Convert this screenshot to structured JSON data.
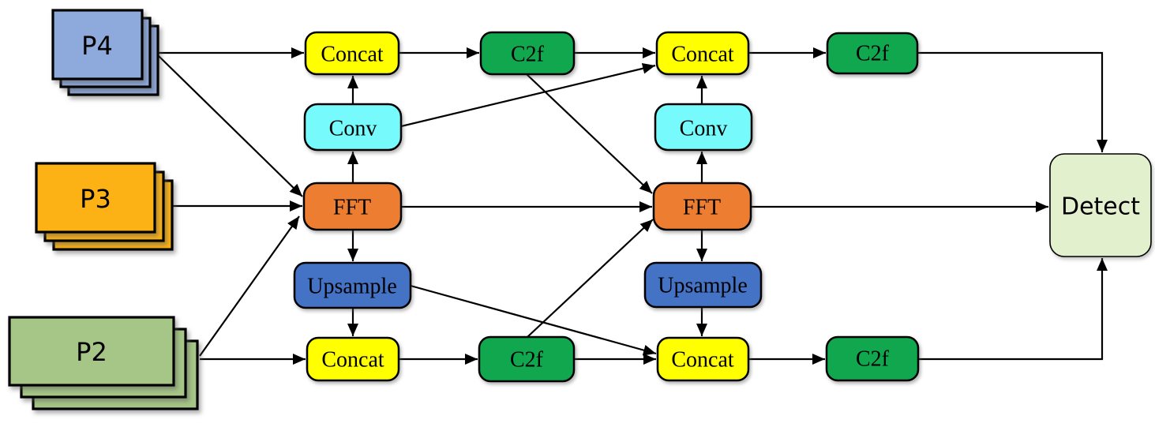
{
  "diagram": {
    "type": "flow-diagram",
    "description": "Feature-fusion neck architecture: P4/P3/P2 feature maps pass through FFT, Conv, Upsample, Concat and C2f blocks into a Detect head",
    "colors": {
      "p4": "#8EA9DB",
      "p3": "#FCB215",
      "p2": "#A5C687",
      "concat": "#FFFF00",
      "conv": "#76FAFC",
      "fft": "#ED7D31",
      "upsample": "#4472C4",
      "c2f": "#10A74F",
      "detect": "#E2F0CE",
      "border": "#000000",
      "edge": "#000000"
    },
    "nodes": {
      "p4": {
        "label": "P4"
      },
      "p3": {
        "label": "P3"
      },
      "p2": {
        "label": "P2"
      },
      "concat_t1": {
        "label": "Concat"
      },
      "conv1": {
        "label": "Conv"
      },
      "fft1": {
        "label": "FFT"
      },
      "upsample1": {
        "label": "Upsample"
      },
      "concat_b1": {
        "label": "Concat"
      },
      "c2f_t1": {
        "label": "C2f"
      },
      "c2f_b1": {
        "label": "C2f"
      },
      "concat_t2": {
        "label": "Concat"
      },
      "conv2": {
        "label": "Conv"
      },
      "fft2": {
        "label": "FFT"
      },
      "upsample2": {
        "label": "Upsample"
      },
      "concat_b2": {
        "label": "Concat"
      },
      "c2f_t2": {
        "label": "C2f"
      },
      "c2f_b2": {
        "label": "C2f"
      },
      "detect": {
        "label": "Detect"
      }
    },
    "edges": [
      {
        "from": "p4",
        "to": "concat_t1"
      },
      {
        "from": "p4",
        "to": "fft1"
      },
      {
        "from": "p3",
        "to": "fft1"
      },
      {
        "from": "p2",
        "to": "fft1"
      },
      {
        "from": "p2",
        "to": "concat_b1"
      },
      {
        "from": "fft1",
        "to": "conv1"
      },
      {
        "from": "conv1",
        "to": "concat_t1"
      },
      {
        "from": "fft1",
        "to": "upsample1"
      },
      {
        "from": "upsample1",
        "to": "concat_b1"
      },
      {
        "from": "concat_t1",
        "to": "c2f_t1"
      },
      {
        "from": "c2f_t1",
        "to": "concat_t2"
      },
      {
        "from": "conv1",
        "to": "concat_t2"
      },
      {
        "from": "c2f_t1",
        "to": "fft2"
      },
      {
        "from": "fft1",
        "to": "fft2"
      },
      {
        "from": "c2f_b1",
        "to": "fft2"
      },
      {
        "from": "upsample1",
        "to": "concat_b2"
      },
      {
        "from": "concat_b1",
        "to": "c2f_b1"
      },
      {
        "from": "c2f_b1",
        "to": "concat_b2"
      },
      {
        "from": "fft2",
        "to": "conv2"
      },
      {
        "from": "conv2",
        "to": "concat_t2"
      },
      {
        "from": "fft2",
        "to": "upsample2"
      },
      {
        "from": "upsample2",
        "to": "concat_b2"
      },
      {
        "from": "concat_t2",
        "to": "c2f_t2"
      },
      {
        "from": "c2f_t2",
        "to": "detect"
      },
      {
        "from": "fft2",
        "to": "detect"
      },
      {
        "from": "concat_b2",
        "to": "c2f_b2"
      },
      {
        "from": "c2f_b2",
        "to": "detect"
      }
    ]
  }
}
